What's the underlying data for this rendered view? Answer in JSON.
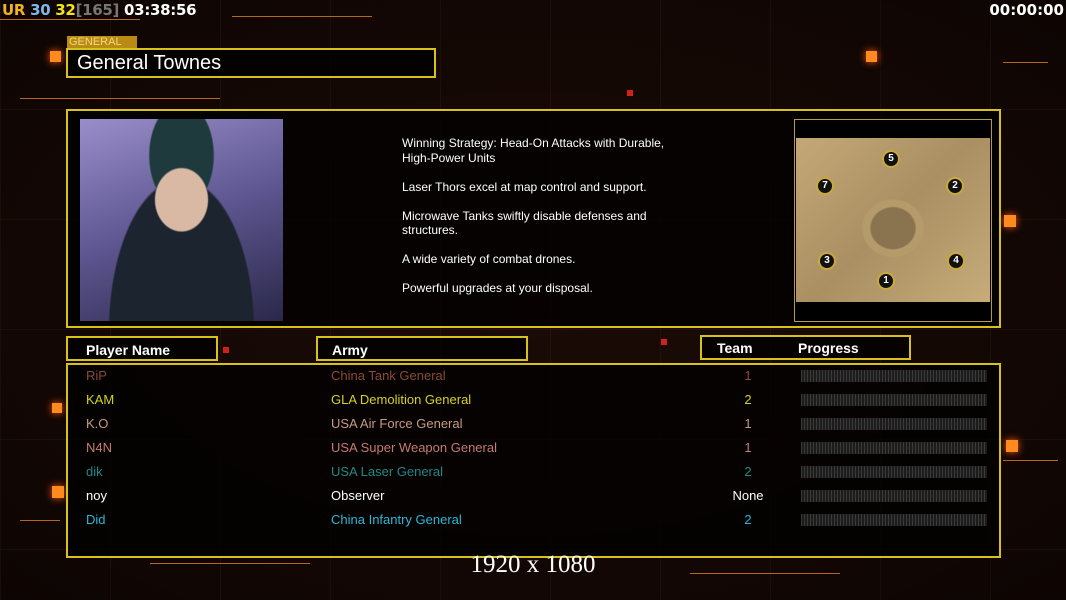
{
  "hud": {
    "stats": [
      {
        "text": "UR",
        "color": "#f0b41e"
      },
      {
        "text": "30",
        "color": "#7fb8e8"
      },
      {
        "text": "32",
        "color": "#f2e31c"
      },
      {
        "text": "[165]",
        "color": "#777777"
      },
      {
        "text": "03:38:56",
        "color": "#ffffff"
      }
    ],
    "timer": "00:00:00"
  },
  "general": {
    "tag": "GENERAL",
    "name": "General Townes"
  },
  "description": [
    "Winning Strategy: Head-On Attacks with Durable,\n High-Power Units",
    "Laser Thors excel at map control and support.",
    "Microwave Tanks swiftly disable defenses and\n structures.",
    "A wide variety of combat drones.",
    "Powerful upgrades at your disposal."
  ],
  "map": {
    "start_positions": [
      "5",
      "2",
      "7",
      "3",
      "4",
      "1"
    ]
  },
  "headers": {
    "player": "Player Name",
    "army": "Army",
    "team": "Team",
    "progress": "Progress"
  },
  "players": [
    {
      "name": "RiP",
      "army": "China Tank General",
      "team": "1",
      "color": "#8a4a36",
      "progress": 0
    },
    {
      "name": "KAM",
      "army": "GLA Demolition General",
      "team": "2",
      "color": "#d6d21e",
      "progress": 0
    },
    {
      "name": "K.O",
      "army": "USA Air Force General",
      "team": "1",
      "color": "#c99a82",
      "progress": 0
    },
    {
      "name": "N4N",
      "army": "USA Super Weapon General",
      "team": "1",
      "color": "#c77a70",
      "progress": 0
    },
    {
      "name": "dik",
      "army": "USA Laser General",
      "team": "2",
      "color": "#1f8a86",
      "progress": 0
    },
    {
      "name": "noy",
      "army": "Observer",
      "team": "None",
      "color": "#ffffff",
      "progress": 0
    },
    {
      "name": "Did",
      "army": "China Infantry General",
      "team": "2",
      "color": "#2ab8d8",
      "progress": 0
    }
  ],
  "resolution": "1920 x 1080"
}
